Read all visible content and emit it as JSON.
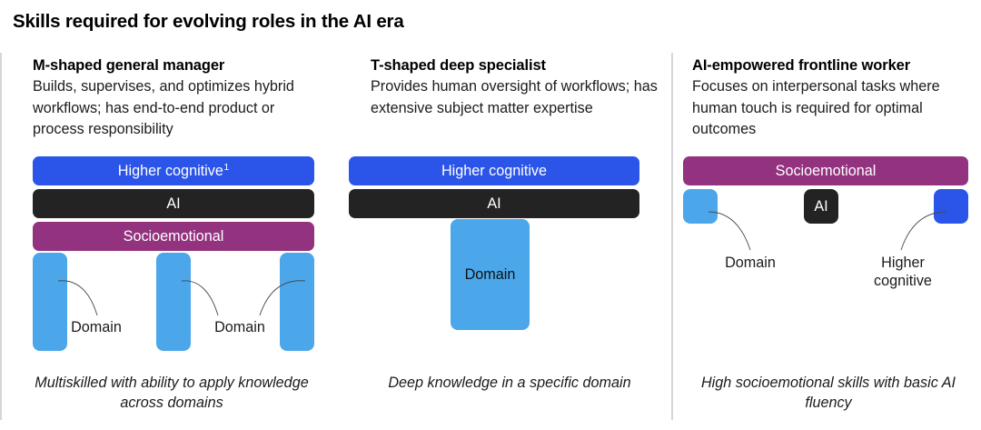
{
  "title": "Skills required for evolving roles in the AI era",
  "colors": {
    "higher_cognitive": "#2b55e8",
    "ai": "#232323",
    "socioemotional": "#93327e",
    "domain": "#4ba7ea",
    "divider": "#d6d6d8",
    "text": "#1b1b1b"
  },
  "columns": [
    {
      "id": "m-shaped-general-manager",
      "title": "M-shaped general manager",
      "description": "Builds, supervises, and optimizes hybrid workflows; has end-to-end product or process responsibility",
      "bars": [
        {
          "label": "Higher cognitive",
          "superscript": "1",
          "color_key": "higher_cognitive"
        },
        {
          "label": "AI",
          "superscript": "",
          "color_key": "ai"
        },
        {
          "label": "Socioemotional",
          "superscript": "",
          "color_key": "socioemotional"
        }
      ],
      "leaf_labels": [
        "Domain",
        "Domain"
      ],
      "caption": "Multiskilled with ability to apply knowledge across domains"
    },
    {
      "id": "t-shaped-deep-specialist",
      "title": "T-shaped deep specialist",
      "description": "Provides human oversight of workflows; has extensive subject matter expertise",
      "bars": [
        {
          "label": "Higher cognitive",
          "superscript": "",
          "color_key": "higher_cognitive"
        },
        {
          "label": "AI",
          "superscript": "",
          "color_key": "ai"
        }
      ],
      "stem_label": "Domain",
      "caption": "Deep knowledge in a specific domain"
    },
    {
      "id": "ai-empowered-frontline-worker",
      "title": "AI-empowered frontline worker",
      "description": "Focuses on interpersonal tasks where human touch is required for optimal outcomes",
      "bars": [
        {
          "label": "Socioemotional",
          "superscript": "",
          "color_key": "socioemotional"
        }
      ],
      "blocks": [
        {
          "label": "",
          "color_key": "domain"
        },
        {
          "label": "AI",
          "color_key": "ai"
        },
        {
          "label": "",
          "color_key": "higher_cognitive"
        }
      ],
      "leaf_labels": [
        "Domain",
        "Higher\ncognitive"
      ],
      "leaf_label_left": "Domain",
      "leaf_label_right_line1": "Higher",
      "leaf_label_right_line2": "cognitive",
      "caption": "High socioemotional skills with basic AI fluency"
    }
  ]
}
